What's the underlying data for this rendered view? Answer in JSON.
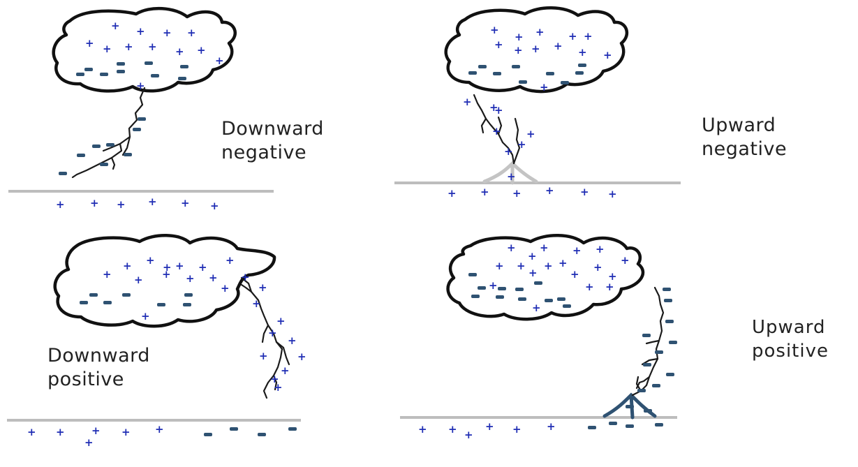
{
  "panels": [
    {
      "id": "downward-negative",
      "label_line1": "Downward",
      "label_line2": "negative"
    },
    {
      "id": "upward-negative",
      "label_line1": "Upward",
      "label_line2": "negative"
    },
    {
      "id": "downward-positive",
      "label_line1": "Downward",
      "label_line2": "positive"
    },
    {
      "id": "upward-positive",
      "label_line1": "Upward",
      "label_line2": "positive"
    }
  ],
  "colors": {
    "positive_charge": "#1f2db4",
    "negative_charge": "#2f5272",
    "ground": "#bdbdbd",
    "leader": "#1a1a1a",
    "upward_negative_connector": "#c4c4c4",
    "upward_positive_connector": "#2f5272"
  },
  "icons": [
    "storm-cloud-icon",
    "lightning-leader-icon",
    "positive-charge-icon",
    "negative-charge-icon",
    "ground-line-icon"
  ]
}
